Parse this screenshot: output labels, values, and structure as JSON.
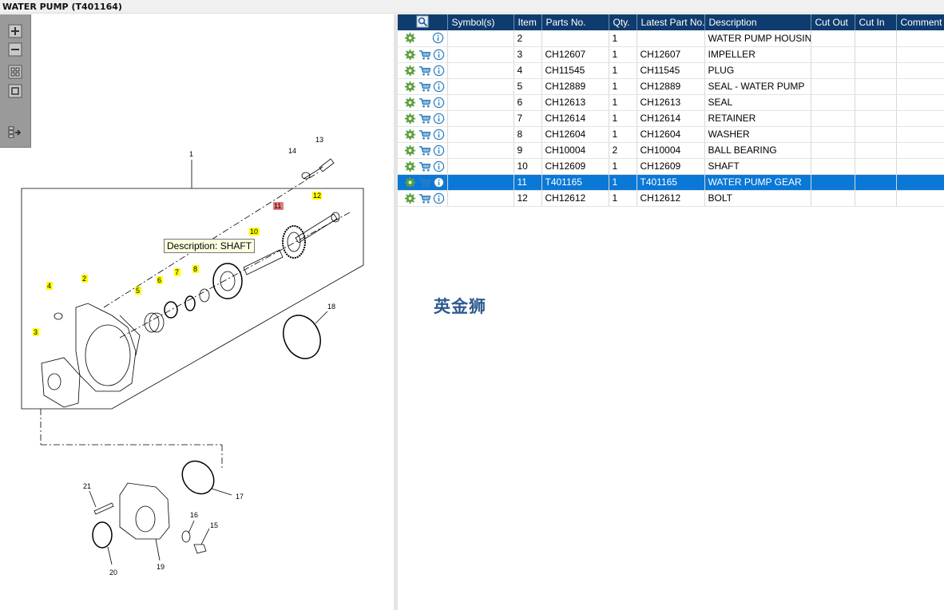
{
  "window": {
    "title": "WATER PUMP (T401164)"
  },
  "toolbar": {
    "buttons": [
      "zoom-in-icon",
      "zoom-out-icon",
      "fit-all-icon",
      "fit-page-icon",
      "export-list-icon"
    ]
  },
  "tooltip": {
    "text": "Description: SHAFT"
  },
  "drawing": {
    "callouts": [
      "1",
      "2",
      "3",
      "4",
      "5",
      "6",
      "7",
      "8",
      "10",
      "11",
      "12",
      "13",
      "14",
      "15",
      "16",
      "17",
      "18",
      "19",
      "20",
      "21"
    ]
  },
  "table": {
    "headers": {
      "search": "",
      "symbols": "Symbol(s)",
      "item": "Item",
      "parts_no": "Parts No.",
      "qty": "Qty.",
      "latest": "Latest Part No.",
      "description": "Description",
      "cut_out": "Cut Out",
      "cut_in": "Cut In",
      "comment": "Comment"
    },
    "rows": [
      {
        "item": "2",
        "parts_no": "",
        "qty": "1",
        "latest": "",
        "description": "WATER PUMP HOUSING",
        "cart": false,
        "selected": false
      },
      {
        "item": "3",
        "parts_no": "CH12607",
        "qty": "1",
        "latest": "CH12607",
        "description": "IMPELLER",
        "cart": true,
        "selected": false
      },
      {
        "item": "4",
        "parts_no": "CH11545",
        "qty": "1",
        "latest": "CH11545",
        "description": "PLUG",
        "cart": true,
        "selected": false
      },
      {
        "item": "5",
        "parts_no": "CH12889",
        "qty": "1",
        "latest": "CH12889",
        "description": "SEAL - WATER PUMP",
        "cart": true,
        "selected": false
      },
      {
        "item": "6",
        "parts_no": "CH12613",
        "qty": "1",
        "latest": "CH12613",
        "description": "SEAL",
        "cart": true,
        "selected": false
      },
      {
        "item": "7",
        "parts_no": "CH12614",
        "qty": "1",
        "latest": "CH12614",
        "description": "RETAINER",
        "cart": true,
        "selected": false
      },
      {
        "item": "8",
        "parts_no": "CH12604",
        "qty": "1",
        "latest": "CH12604",
        "description": "WASHER",
        "cart": true,
        "selected": false
      },
      {
        "item": "9",
        "parts_no": "CH10004",
        "qty": "2",
        "latest": "CH10004",
        "description": "BALL BEARING",
        "cart": true,
        "selected": false
      },
      {
        "item": "10",
        "parts_no": "CH12609",
        "qty": "1",
        "latest": "CH12609",
        "description": "SHAFT",
        "cart": true,
        "selected": false
      },
      {
        "item": "11",
        "parts_no": "T401165",
        "qty": "1",
        "latest": "T401165",
        "description": "WATER PUMP GEAR",
        "cart": true,
        "selected": true
      },
      {
        "item": "12",
        "parts_no": "CH12612",
        "qty": "1",
        "latest": "CH12612",
        "description": "BOLT",
        "cart": true,
        "selected": false
      }
    ]
  },
  "watermark": {
    "text": "英金狮"
  },
  "colors": {
    "header_bg": "#0f3c6e",
    "selected_row": "#0a78d7",
    "callout_highlight": "#ffff00",
    "callout_selected": "#e87a7a",
    "gear_icon": "#5aa03c",
    "cart_icon": "#2a7fc1",
    "info_icon": "#2a7fc1"
  }
}
